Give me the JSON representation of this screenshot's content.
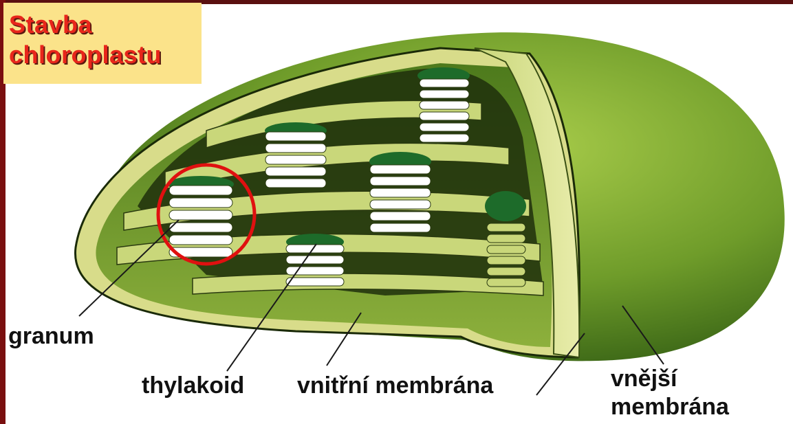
{
  "title": {
    "line1": "Stavba",
    "line2": "chloroplastu"
  },
  "labels": {
    "granum": "granum",
    "thylakoid": "thylakoid",
    "inner_membrane": "vnitřní membrána",
    "outer_membrane_line1": "vnější",
    "outer_membrane_line2": "membrána"
  },
  "colors": {
    "highlight_circle": "#e01010",
    "title_background": "#fbe38a",
    "title_text": "#e8261b",
    "chloroplast_green": "#6a9a2a"
  }
}
